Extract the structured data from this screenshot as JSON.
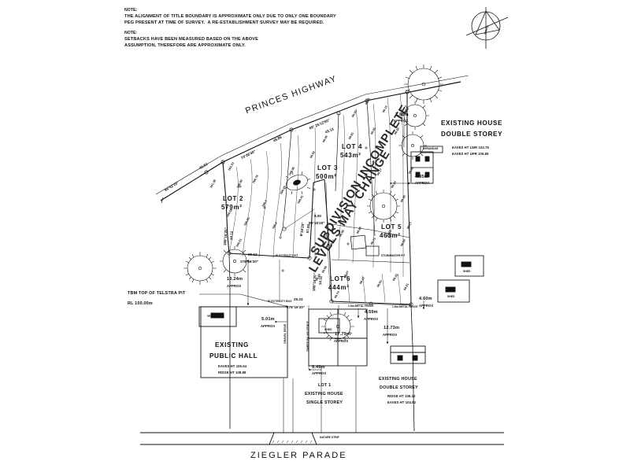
{
  "document": {
    "type": "survey-site-plan",
    "street_bottom": "ZIEGLER PARADE",
    "street_top": "PRINCES HIGHWAY",
    "nature_strip": "NATURE STRIP"
  },
  "notes": {
    "note1_head": "NOTE:",
    "note1_line1": "THE ALIGNMENT OF TITLE BOUNDARY IS APPROXIMATE ONLY DUE TO ONLY ONE BOUNDARY",
    "note1_line2": "PEG PRESENT AT TIME OF SURVEY.  A RE-ESTABLISHMENT SURVEY MAY BE REQUIRED.",
    "note2_head": "NOTE:",
    "note2_line1": "SETBACKS HAVE BEEN MEASURED BASED ON THE ABOVE",
    "note2_line2": "ASSUMPTION, THEREFORE ARE APPROXIMATE ONLY."
  },
  "compass": {
    "label": "NORTH"
  },
  "watermark": {
    "line1": "SUBDIVISION INCOMPLETE",
    "line2": "LEVELS MAY CHANGE"
  },
  "lots": [
    {
      "name": "LOT 1",
      "area": ""
    },
    {
      "name": "LOT 2",
      "area": "579m²"
    },
    {
      "name": "LOT 3",
      "area": "500m²"
    },
    {
      "name": "LOT 4",
      "area": "543m²"
    },
    {
      "name": "LOT 5",
      "area": "463m²"
    },
    {
      "name": "LOT 6",
      "area": "444m²"
    }
  ],
  "buildings": [
    {
      "id": "existing-house-top-right",
      "line1": "EXISTING HOUSE",
      "line2": "DOUBLE STOREY",
      "detail1": "EAVES HT LWR 103.76",
      "detail2": "EAVES HT UPR 105.89",
      "verandah": "VERANDAH"
    },
    {
      "id": "existing-public-hall",
      "line1": "EXISTING",
      "line2": "PUBLIC HALL",
      "detail1": "EAVES HT 105.54",
      "detail2": "RIDGE HT 108.88",
      "verandah": "VERANDAH"
    },
    {
      "id": "existing-house-lot1",
      "line0": "LOT 1",
      "line1": "EXISTING HOUSE",
      "line2": "SINGLE STOREY"
    },
    {
      "id": "existing-house-bottom-right",
      "line1": "EXISTING HOUSE",
      "line2": "DOUBLE STOREY",
      "detail1": "RIDGE HT 106.12",
      "detail2": "EAVES HT 104.82"
    },
    {
      "id": "shed-upper",
      "label": "SHED"
    },
    {
      "id": "shed-lower",
      "label": "SHED"
    },
    {
      "id": "shed-mid",
      "label": "SHED"
    }
  ],
  "benchmark": {
    "line1": "TBM TOP OF TELSTRA PIT",
    "line2": "RL 100.00m"
  },
  "setbacks": [
    {
      "value": "7.86m",
      "approx": "APPROX"
    },
    {
      "value": "4.35m",
      "approx": "APPROX"
    },
    {
      "value": "13.24m",
      "approx": "APPROX"
    },
    {
      "value": "5.01m",
      "approx": "APPROX"
    },
    {
      "value": "4.59m",
      "approx": "APPROX"
    },
    {
      "value": "12.73m",
      "approx": "APPROX"
    },
    {
      "value": "17.79m",
      "approx": "APPROX"
    },
    {
      "value": "4.60m",
      "approx": "APPROX"
    },
    {
      "value": "9.49m",
      "approx": "APPROX"
    }
  ],
  "boundaries": [
    {
      "bearing": "94°42'20\"",
      "distance": "40.83"
    },
    {
      "bearing": "74°26'40\"",
      "distance": "49.85"
    },
    {
      "bearing": "69° 25'12'00\"",
      "distance": "43.13"
    },
    {
      "bearing": "188°16'20\"",
      "distance": "14.12"
    },
    {
      "bearing": "278°16'20\"",
      "distance": "20.12"
    },
    {
      "bearing": "278°16'20\"",
      "distance": "29.23"
    },
    {
      "bearing": "98°16'20\"",
      "distance": "8.00"
    },
    {
      "bearing": "188°16'20\"",
      "distance": "14.32"
    },
    {
      "bearing": "8°16'20\"",
      "distance": "57.00"
    }
  ],
  "annotations": [
    "ELECTRICITY PIT",
    "ELECTRICITY BOX",
    "STORMWATER PIT",
    "1.8m METAL FENCE",
    "1.8m METAL FENCE",
    "GRAVEL DRIVE",
    "TIMBER PALING FENCE"
  ],
  "spot_levels": [
    "102.23",
    "101.38",
    "100.90",
    "100.76",
    "100.58",
    "100.63",
    "100.51",
    "100.1",
    "100.2",
    "100.29",
    "100.38",
    "100.41",
    "99.92",
    "99.95",
    "99.81",
    "99.41",
    "99.33",
    "99.55",
    "99.15",
    "99.62",
    "99.00",
    "99.17",
    "99.24",
    "99.40",
    "98.96",
    "98.80",
    "98.73",
    "98.55",
    "98.50",
    "98.27",
    "98.12",
    "98.03",
    "99.33",
    "99.21",
    "99.08",
    "98.61",
    "98.49",
    "99.74",
    "99.60",
    "98.17"
  ],
  "colors": {
    "ink": "#111111",
    "paper": "#ffffff"
  }
}
